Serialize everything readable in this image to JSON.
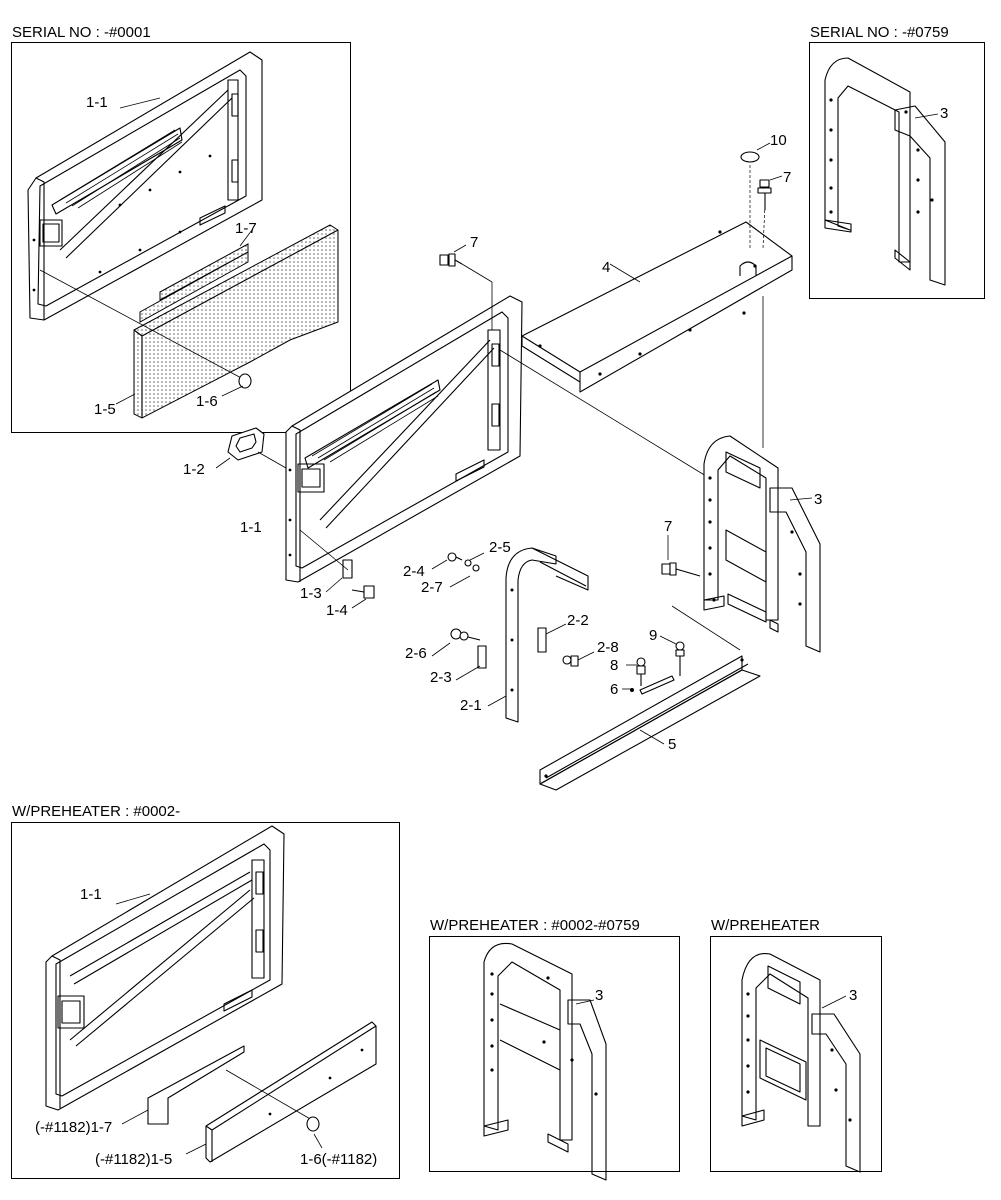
{
  "frames": {
    "serial_0001": "SERIAL NO : -#0001",
    "serial_0759": "SERIAL NO : -#0759",
    "preheater_0002": "W/PREHEATER : #0002-",
    "preheater_0002_0759": "W/PREHEATER : #0002-#0759",
    "preheater": "W/PREHEATER"
  },
  "labels": {
    "tl_1_1": "1-1",
    "tl_1_7": "1-7",
    "tl_1_5": "1-5",
    "tl_1_6": "1-6",
    "tr_3": "3",
    "m_10": "10",
    "m_7a": "7",
    "m_7b": "7",
    "m_7c": "7",
    "m_4": "4",
    "m_1_2": "1-2",
    "m_1_1": "1-1",
    "m_1_3": "1-3",
    "m_1_4": "1-4",
    "m_3": "3",
    "m_2_4": "2-4",
    "m_2_5": "2-5",
    "m_2_7": "2-7",
    "m_2_2": "2-2",
    "m_2_8": "2-8",
    "m_2_6": "2-6",
    "m_2_3": "2-3",
    "m_2_1": "2-1",
    "m_9": "9",
    "m_8": "8",
    "m_6": "6",
    "m_5": "5",
    "bl_1_1": "1-1",
    "bl_1_7": "(-#1182)1-7",
    "bl_1_5": "(-#1182)1-5",
    "bl_1_6": "1-6(-#1182)",
    "bm_3": "3",
    "br_3": "3"
  }
}
